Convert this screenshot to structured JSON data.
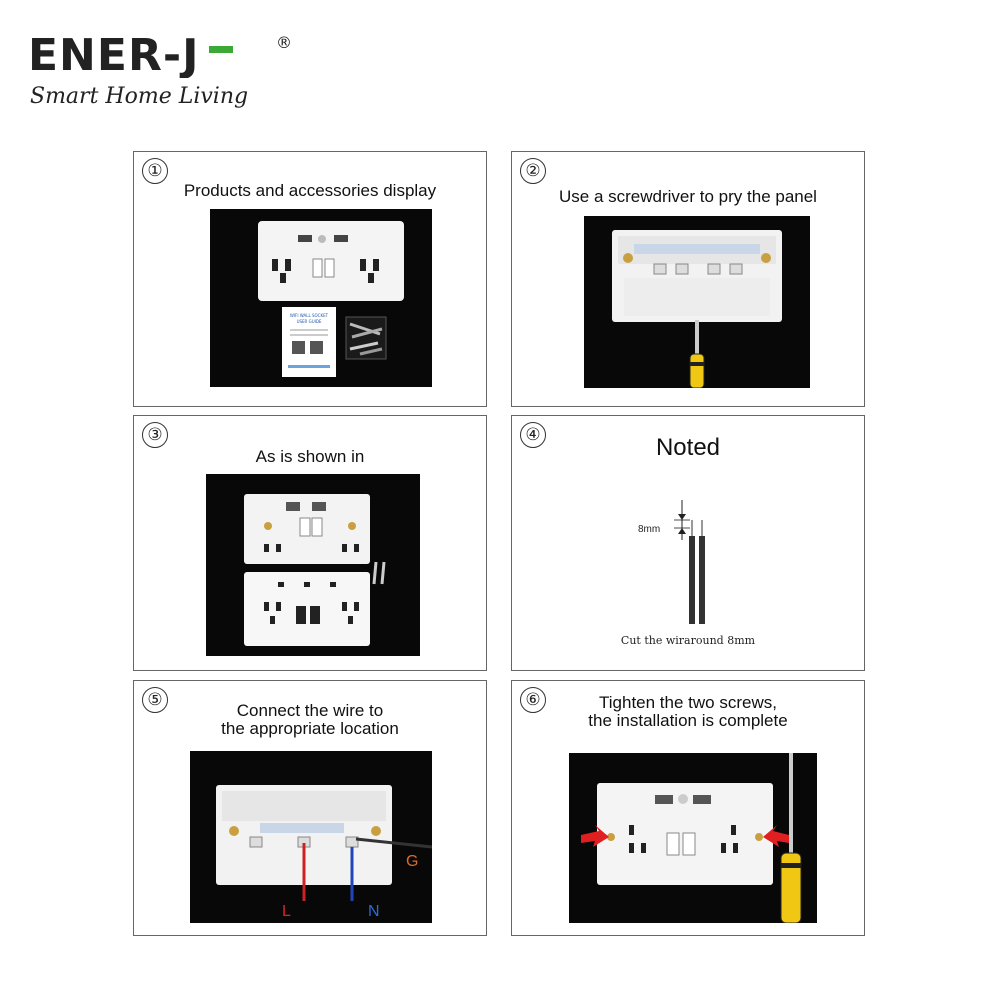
{
  "brand": {
    "logo_text": "ENER-J",
    "registered": "®",
    "tagline": "Smart Home Living",
    "colors": {
      "dark": "#222222",
      "green": "#3aa935"
    }
  },
  "steps": [
    {
      "number": "①",
      "caption": "Products and accessories display"
    },
    {
      "number": "②",
      "caption": "Use a screwdriver to pry the panel"
    },
    {
      "number": "③",
      "caption": "As is shown in"
    },
    {
      "number": "④",
      "title": "Noted",
      "dimension": "8mm",
      "note": "Cut the wiraround 8mm"
    },
    {
      "number": "⑤",
      "caption_line1": "Connect the wire to",
      "caption_line2": "the appropriate location",
      "wire_labels": {
        "live": "L",
        "neutral": "N",
        "ground": "G"
      }
    },
    {
      "number": "⑥",
      "caption_line1": "Tighten the two screws,",
      "caption_line2": "the installation is complete"
    }
  ],
  "manual": {
    "line1": "WIFI WALL SOCKET",
    "line2": "USER GUIDE"
  }
}
